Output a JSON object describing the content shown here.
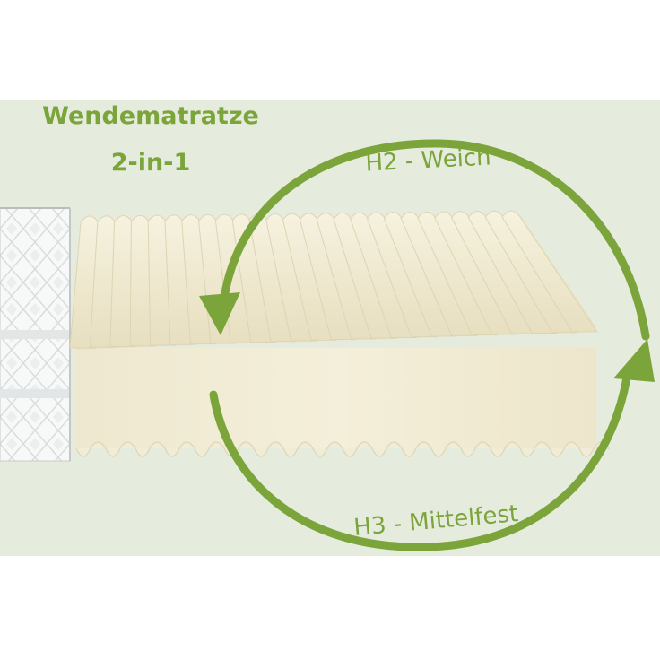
{
  "title": {
    "line1": "Wendematratze",
    "line2": "2-in-1"
  },
  "labels": {
    "top": "H2 - Weich",
    "bottom": "H3 - Mittelfest"
  },
  "colors": {
    "accent_green": "#7ba43b",
    "background": "#e6ecdd",
    "foam": "#f1ecd6",
    "cover": "#f5f6f6"
  }
}
